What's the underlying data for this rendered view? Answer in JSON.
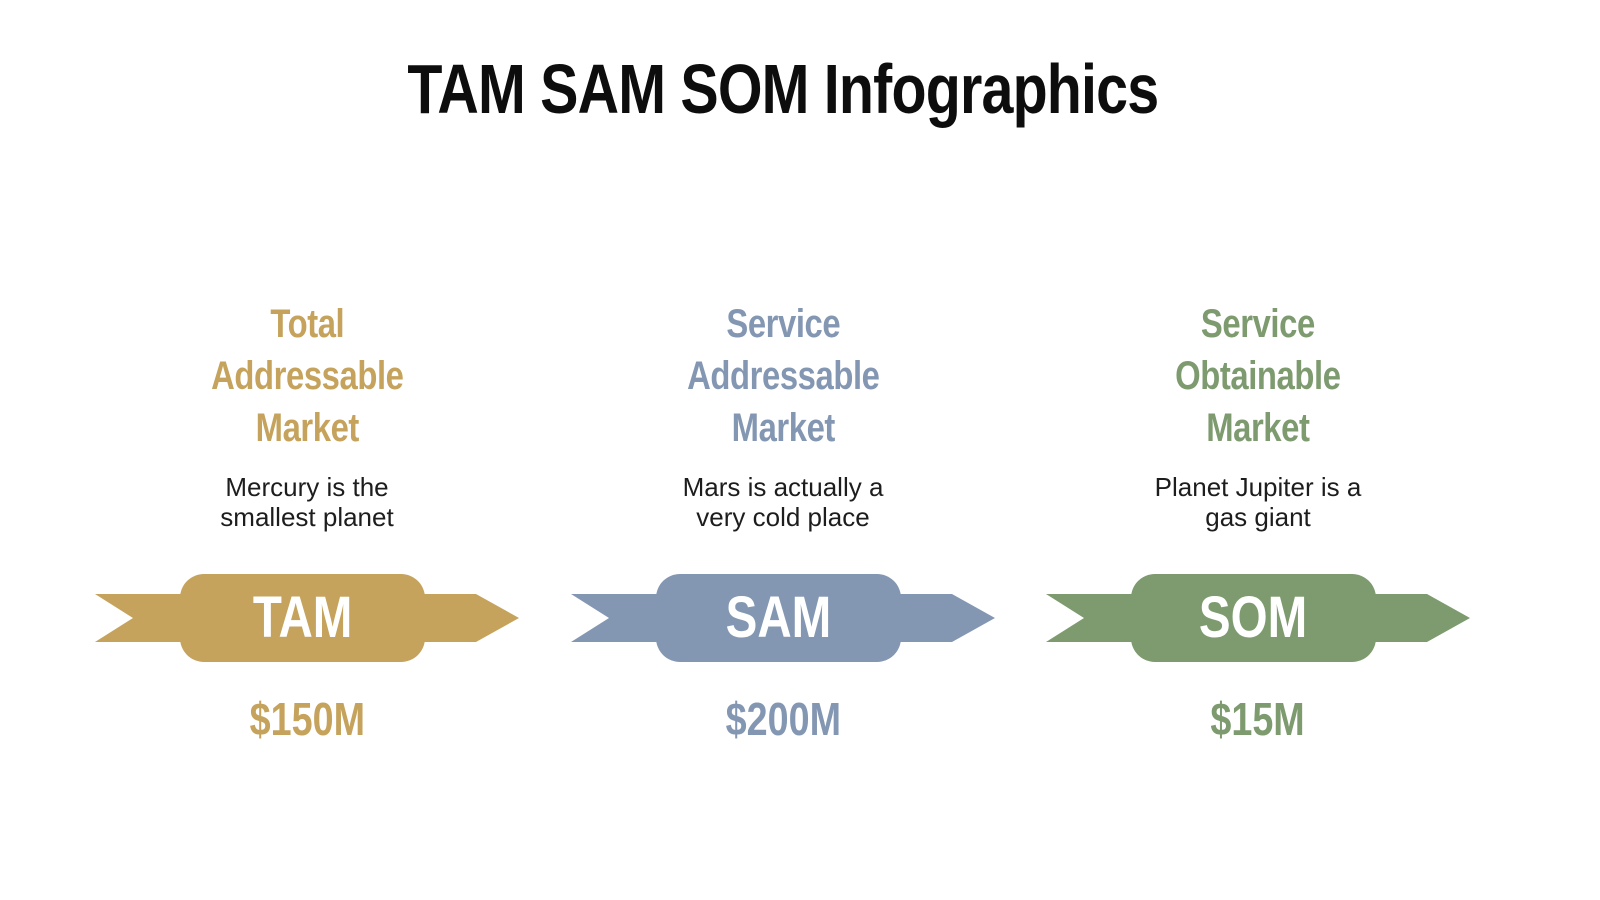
{
  "background_color": "#ffffff",
  "title": "TAM SAM SOM Infographics",
  "title_color": "#0d0d0d",
  "description_color": "#1d1d1d",
  "banner_label_color": "#ffffff",
  "columns": [
    {
      "id": "tam",
      "heading": "Total\nAddressable\nMarket",
      "description": "Mercury is the\nsmallest planet",
      "banner_label": "TAM",
      "value": "$150M",
      "accent_color": "#C5A35C"
    },
    {
      "id": "sam",
      "heading": "Service\nAddressable\nMarket",
      "description": "Mars is actually a\nvery cold place",
      "banner_label": "SAM",
      "value": "$200M",
      "accent_color": "#8497B2"
    },
    {
      "id": "som",
      "heading": "Service\nObtainable\nMarket",
      "description": "Planet Jupiter is a\ngas giant",
      "banner_label": "SOM",
      "value": "$15M",
      "accent_color": "#7D9B6E"
    }
  ]
}
